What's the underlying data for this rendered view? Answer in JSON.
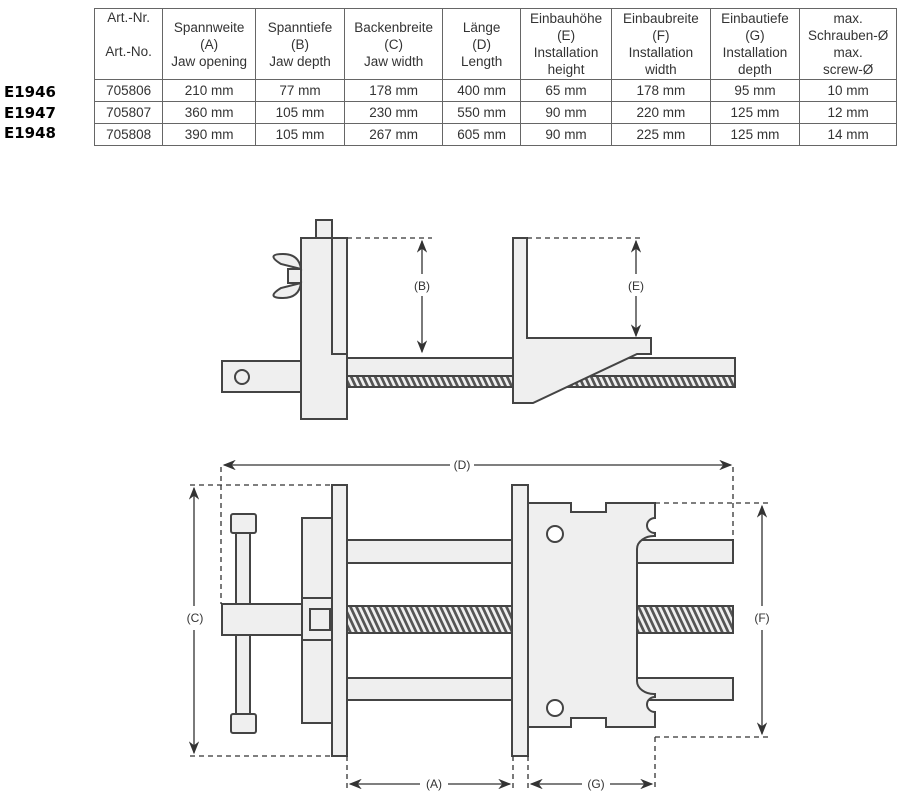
{
  "models": [
    "E1946",
    "E1947",
    "E1948"
  ],
  "table": {
    "headers": [
      [
        "Art.-Nr.",
        "Art.-No."
      ],
      [
        "Spannweite",
        "(A)",
        "Jaw opening"
      ],
      [
        "Spanntiefe",
        "(B)",
        "Jaw depth"
      ],
      [
        "Backenbreite",
        "(C)",
        "Jaw width"
      ],
      [
        "Länge",
        "(D)",
        "Length"
      ],
      [
        "Einbauhöhe",
        "(E)",
        "Installation",
        "height"
      ],
      [
        "Einbaubreite",
        "(F)",
        "Installation",
        "width"
      ],
      [
        "Einbautiefe",
        "(G)",
        "Installation",
        "depth"
      ],
      [
        "max.",
        "Schrauben-Ø",
        "max.",
        "screw-Ø"
      ]
    ],
    "rows": [
      [
        "705806",
        "210 mm",
        "77 mm",
        "178 mm",
        "400 mm",
        "65 mm",
        "178 mm",
        "95 mm",
        "10 mm"
      ],
      [
        "705807",
        "360 mm",
        "105 mm",
        "230 mm",
        "550 mm",
        "90 mm",
        "220 mm",
        "125 mm",
        "12 mm"
      ],
      [
        "705808",
        "390 mm",
        "105 mm",
        "267 mm",
        "605 mm",
        "90 mm",
        "225 mm",
        "125 mm",
        "14 mm"
      ]
    ]
  },
  "diagram": {
    "A": "(A)",
    "B": "(B)",
    "C": "(C)",
    "D": "(D)",
    "E": "(E)",
    "F": "(F)",
    "G": "(G)"
  },
  "colors": {
    "fill": "#efefef",
    "stroke": "#444444"
  }
}
